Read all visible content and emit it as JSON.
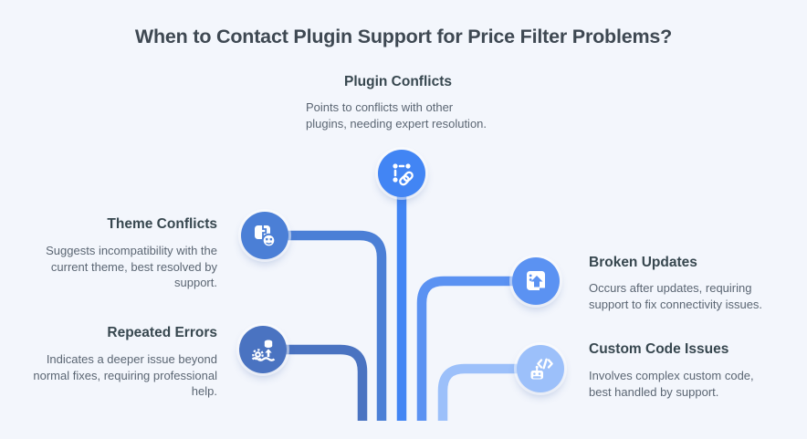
{
  "title": "When to Contact Plugin Support for Price Filter Problems?",
  "colors": {
    "background": "#f3f6fc",
    "title_text": "#3e4852",
    "heading_text": "#37474f",
    "body_text": "#5b6673"
  },
  "nodes": [
    {
      "id": "plugin-conflicts",
      "heading": "Plugin Conflicts",
      "body": "Points to conflicts with other\nplugins, needing expert resolution.",
      "color": "#4285f4",
      "icon": "link-nodes-icon"
    },
    {
      "id": "theme-conflicts",
      "heading": "Theme Conflicts",
      "body": "Suggests incompatibility with the\ncurrent theme, best resolved by\nsupport.",
      "color": "#4b7fd6",
      "icon": "puzzle-conflict-icon"
    },
    {
      "id": "repeated-errors",
      "heading": "Repeated Errors",
      "body": "Indicates a deeper issue beyond\nnormal fixes, requiring professional\nhelp.",
      "color": "#4a73c1",
      "icon": "gear-migration-icon"
    },
    {
      "id": "broken-updates",
      "heading": "Broken Updates",
      "body": "Occurs after updates, requiring\nsupport to fix connectivity issues.",
      "color": "#5b92f2",
      "icon": "update-arrow-icon"
    },
    {
      "id": "custom-code-issues",
      "heading": "Custom Code Issues",
      "body": "Involves complex custom code,\nbest handled by support.",
      "color": "#9cc0fa",
      "icon": "robot-code-icon"
    }
  ]
}
